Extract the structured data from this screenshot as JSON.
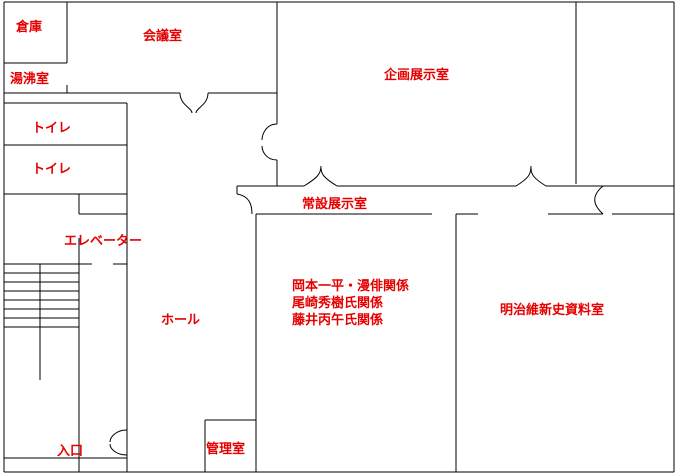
{
  "rooms": {
    "storage": "倉庫",
    "meeting_room": "会議室",
    "boiler_room": "湯沸室",
    "planning_exhibition": "企画展示室",
    "toilet_1": "トイレ",
    "toilet_2": "トイレ",
    "permanent_exhibition": "常設展示室",
    "elevator": "エレベーター",
    "okamoto_lines": [
      "岡本一平・漫俳関係",
      "尾崎秀樹氏関係",
      "藤井丙午氏関係"
    ],
    "meiji_restoration": "明治維新史資料室",
    "hall": "ホール",
    "management_room": "管理室",
    "entrance": "入口"
  },
  "colors": {
    "wall": "#000000",
    "label": "#e60000",
    "background": "#ffffff"
  }
}
